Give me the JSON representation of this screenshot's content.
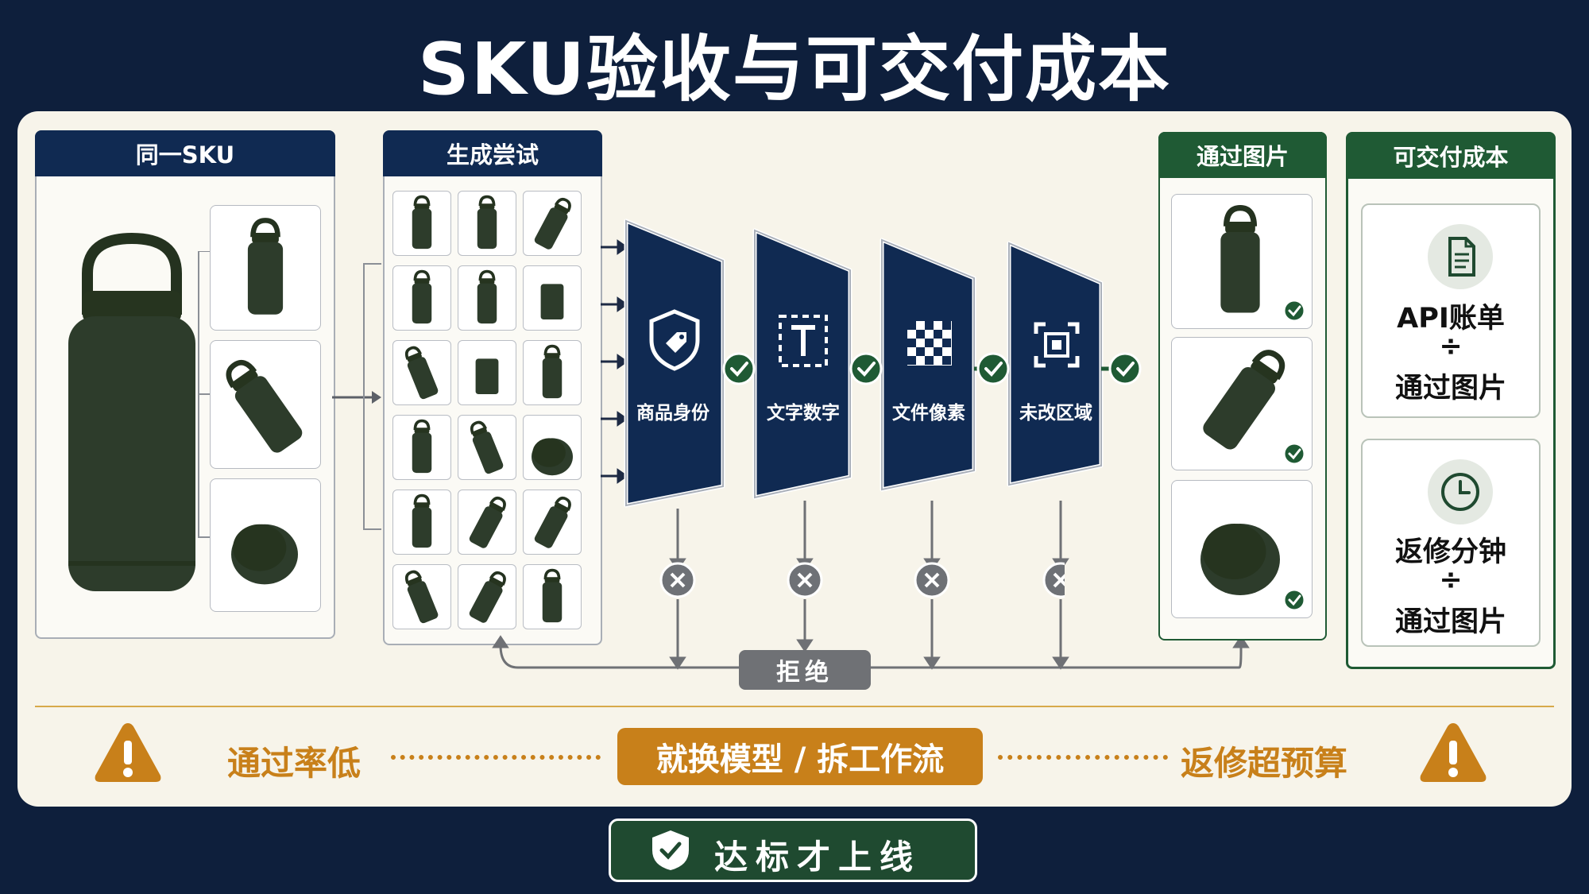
{
  "title": "SKU验收与可交付成本",
  "columns": {
    "sku": {
      "label": "同一SKU"
    },
    "attempts": {
      "label": "生成尝试"
    },
    "passed": {
      "label": "通过图片"
    },
    "cost": {
      "label": "可交付成本"
    }
  },
  "stages": [
    {
      "label": "商品身份",
      "icon": "shield-tag-icon"
    },
    {
      "label": "文字数字",
      "icon": "text-frame-icon"
    },
    {
      "label": "文件像素",
      "icon": "checker-icon"
    },
    {
      "label": "未改区域",
      "icon": "region-icon"
    }
  ],
  "reject_label": "拒绝",
  "cost_cards": [
    {
      "icon": "document-icon",
      "top": "API账单",
      "op": "÷",
      "bottom": "通过图片"
    },
    {
      "icon": "clock-icon",
      "top": "返修分钟",
      "op": "÷",
      "bottom": "通过图片"
    }
  ],
  "warning_row": {
    "left": "通过率低",
    "center": "就换模型 / 拆工作流",
    "right": "返修超预算"
  },
  "footer": {
    "label": "达标才上线",
    "icon": "shield-check-icon"
  },
  "colors": {
    "navy": "#102a52",
    "green": "#1f5a34",
    "amber": "#c8801a",
    "gray": "#6f7175",
    "bottle": "#2b3a2a"
  }
}
